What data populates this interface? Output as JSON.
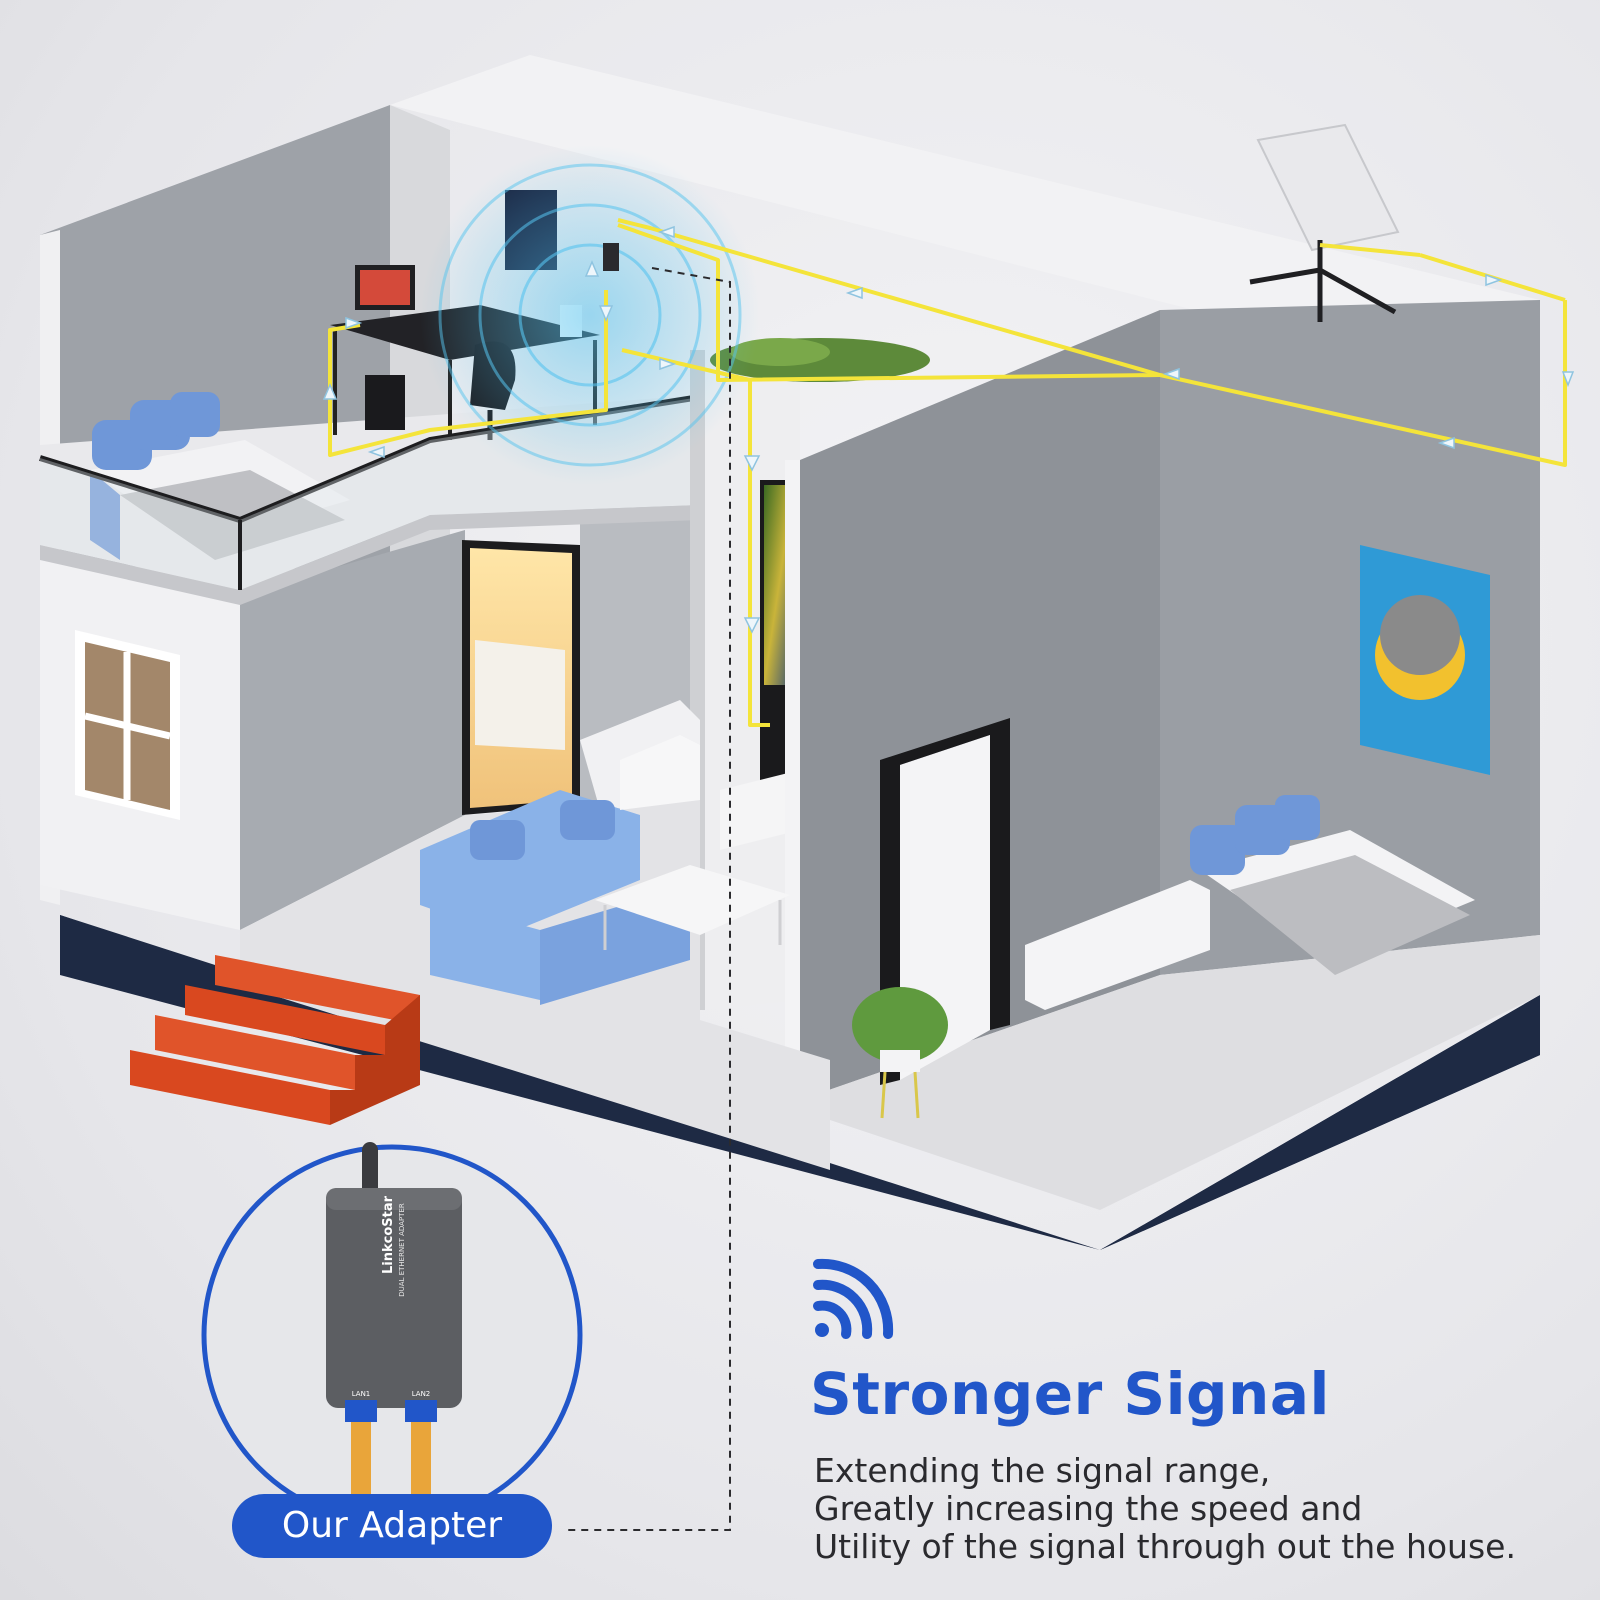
{
  "headline": {
    "title": "Stronger Signal"
  },
  "description": {
    "lines": [
      "Extending the signal range,",
      "Greatly increasing the speed and",
      "Utility of the signal through out the house."
    ]
  },
  "adapter_callout": {
    "label": "Our Adapter"
  },
  "device": {
    "brand": "LinkcoStar",
    "model": "DUAL ETHERNET ADAPTER",
    "port_1": "LAN1",
    "port_2": "LAN2"
  },
  "icons": {
    "signal": "wifi-signal-icon",
    "dish": "satellite-dish-icon"
  },
  "colors": {
    "accent": "#2156c9",
    "cable": "#f4e43a",
    "wifi_glow": "#56c3ee",
    "floor_edge": "#1e2a44",
    "stairs": "#d9481f",
    "sofa": "#8ab2e8",
    "adapter": "#5c5e62"
  }
}
